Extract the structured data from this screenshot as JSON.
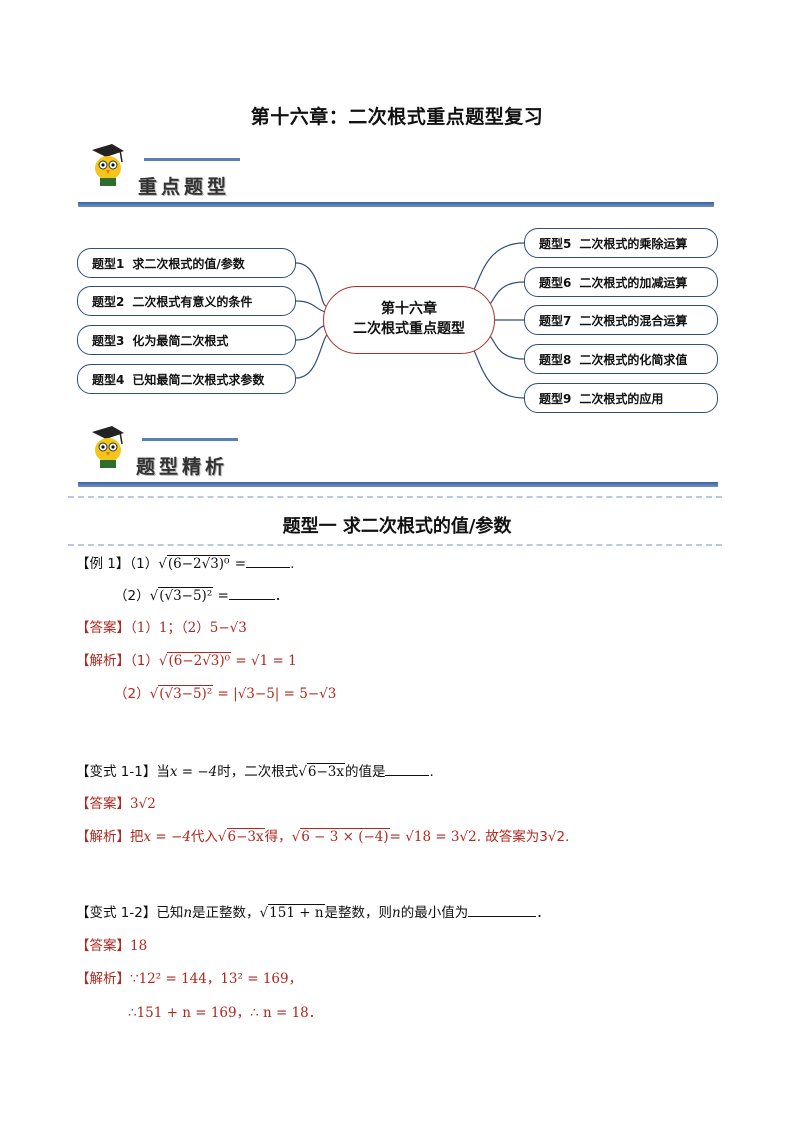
{
  "page_title": "第十六章：二次根式重点题型复习",
  "section1_label": "重点题型",
  "section2_label": "题型精析",
  "mindmap": {
    "center_line1": "第十六章",
    "center_line2": "二次根式重点题型",
    "left": [
      {
        "num": "题型1",
        "text": "求二次根式的值/参数"
      },
      {
        "num": "题型2",
        "text": "二次根式有意义的条件"
      },
      {
        "num": "题型3",
        "text": "化为最简二次根式"
      },
      {
        "num": "题型4",
        "text": "已知最简二次根式求参数"
      }
    ],
    "right": [
      {
        "num": "题型5",
        "text": "二次根式的乘除运算"
      },
      {
        "num": "题型6",
        "text": "二次根式的加减运算"
      },
      {
        "num": "题型7",
        "text": "二次根式的混合运算"
      },
      {
        "num": "题型8",
        "text": "二次根式的化简求值"
      },
      {
        "num": "题型9",
        "text": "二次根式的应用"
      }
    ]
  },
  "type1_title": "题型一  求二次根式的值/参数",
  "labels": {
    "example1": "【例 1】",
    "answer": "【答案】",
    "analysis": "【解析】",
    "variant1": "【变式 1-1】",
    "variant2": "【变式 1-2】"
  },
  "ex1": {
    "p1": "（1）",
    "p1_expr": "(6−2√3)⁰",
    "eq": "=",
    "p2": "（2）",
    "p2_expr": "(√3−5)²",
    "answer": "（1）1；（2）5−√3",
    "sol1_prefix": "（1）",
    "sol1": "= √1 = 1",
    "sol2_prefix": "（2）",
    "sol2": "= |√3−5| = 5−√3"
  },
  "v1": {
    "q_a": "当",
    "q_x": "x = −4",
    "q_b": "时，二次根式",
    "q_rad": "6−3x",
    "q_c": "的值是",
    "answer": "3√2",
    "s_a": "把",
    "s_x": "x = −4",
    "s_b": "代入",
    "s_rad": "6−3x",
    "s_c": "得，",
    "s_rad2": "6 − 3 × (−4)",
    "s_d": "= √18 = 3√2",
    "s_e": ". 故答案为3√2."
  },
  "v2": {
    "q_a": "已知",
    "q_n": "n",
    "q_b": "是正整数，",
    "q_rad": "151 + n",
    "q_c": "是整数，则",
    "q_n2": "n",
    "q_d": "的最小值为",
    "q_end": "．",
    "answer": "18",
    "s1": "∵12² = 144，13² = 169，",
    "s2": "∴151 + n = 169，∴ n = 18．"
  }
}
